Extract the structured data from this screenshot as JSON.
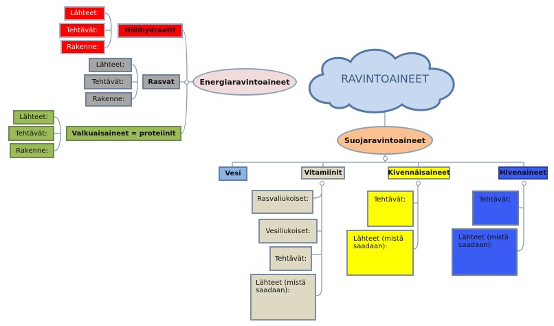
{
  "central": "RAVINTOAINEET",
  "energia": {
    "label": "Energiaravintoaineet",
    "hiilihydraatit": {
      "label": "Hiilihydraatit",
      "items": [
        "Lähteet:",
        "Tehtävät:",
        "Rakenne:"
      ]
    },
    "rasvat": {
      "label": "Rasvat",
      "items": [
        "Lähteet:",
        "Tehtävät:",
        "Rakenne:"
      ]
    },
    "proteiinit": {
      "label": "Valkuaisaineet = proteiinit",
      "items": [
        "Lähteet:",
        "Tehtävät:",
        "Rakenne:"
      ]
    }
  },
  "suoja": {
    "label": "Suojaravintoaineet",
    "vesi": {
      "label": "Vesi"
    },
    "vitamiinit": {
      "label": "Vitamiinit",
      "items": [
        "Rasvaliukoiset:",
        "Vesiliukoiset:",
        "Tehtävät:",
        "Lähteet (mistä saadaan):"
      ]
    },
    "kivennaisaineet": {
      "label": "Kivennäisaineet",
      "items": [
        "Tehtävät:",
        "Lähteet (mistä saadaan):"
      ]
    },
    "hivenaineet": {
      "label": "Hivenaineet",
      "items": [
        "Tehtävät:",
        "Lähteet (mistä saadaan):"
      ]
    }
  }
}
